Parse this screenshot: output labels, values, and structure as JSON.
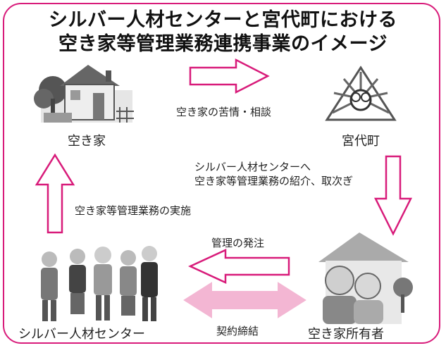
{
  "title": {
    "line1": "シルバー人材センターと宮代町における",
    "line2": "空き家等管理業務連携事業のイメージ"
  },
  "nodes": {
    "akiya": "空き家",
    "town": "宮代町",
    "silver_center": "シルバー人材センター",
    "owner": "空き家所有者"
  },
  "flows": {
    "complaint": "空き家の苦情・相談",
    "referral_line1": "シルバー人材センターへ",
    "referral_line2": "空き家等管理業務の紹介、取次ぎ",
    "order": "管理の発注",
    "implementation": "空き家等管理業務の実施",
    "contract": "契約締結"
  },
  "colors": {
    "accent": "#d81b7a",
    "arrow_fill": "#f3b6d3"
  }
}
